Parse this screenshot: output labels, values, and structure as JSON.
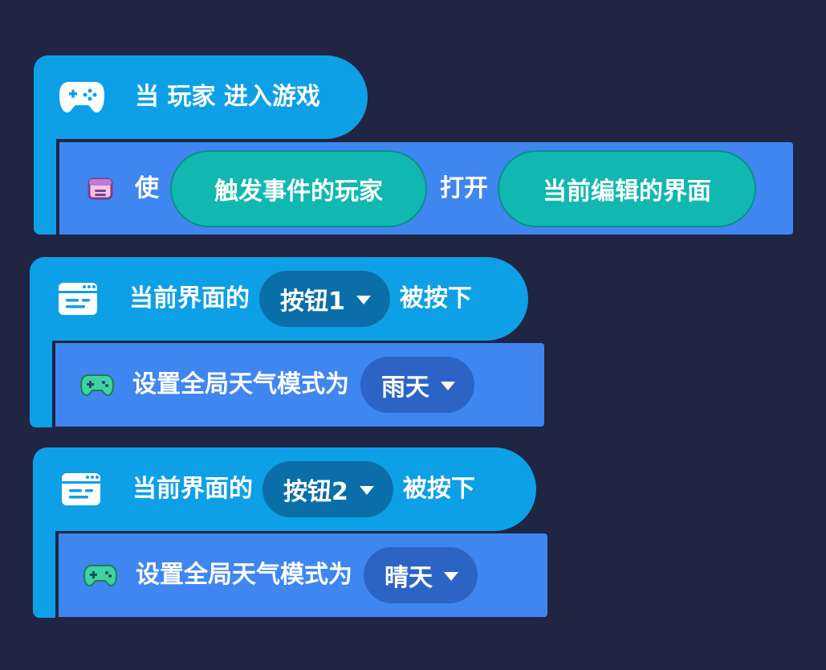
{
  "colors": {
    "background": "#1f2542",
    "event_block": "#0ea0e6",
    "action_block": "#3f86f0",
    "value_pill": "#11b8b0",
    "dropdown_dark": "#0a6fa8",
    "dropdown_blue": "#2b64c4"
  },
  "blocks": [
    {
      "event": {
        "icon": "gamepad-icon",
        "text": "当 玩家 进入游戏"
      },
      "action": {
        "icon": "ui-window-icon",
        "prefix": "使",
        "arg1": "触发事件的玩家",
        "middle": "打开",
        "arg2": "当前编辑的界面"
      }
    },
    {
      "event": {
        "icon": "window-icon",
        "prefix": "当前界面的",
        "dropdown": "按钮1",
        "suffix": "被按下"
      },
      "action": {
        "icon": "gamepad-icon",
        "text": "设置全局天气模式为",
        "dropdown": "雨天"
      }
    },
    {
      "event": {
        "icon": "window-icon",
        "prefix": "当前界面的",
        "dropdown": "按钮2",
        "suffix": "被按下"
      },
      "action": {
        "icon": "gamepad-icon",
        "text": "设置全局天气模式为",
        "dropdown": "晴天"
      }
    }
  ]
}
